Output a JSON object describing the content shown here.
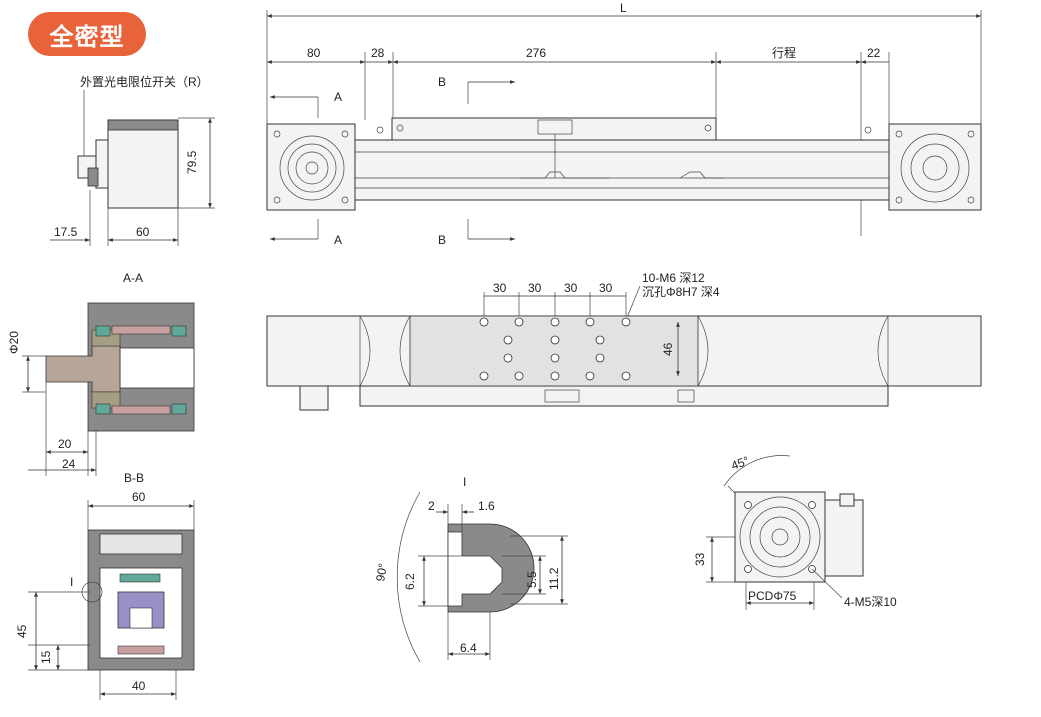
{
  "badge": "全密型",
  "labels": {
    "L": "L",
    "d80": "80",
    "d28": "28",
    "d276": "276",
    "stroke": "行程",
    "d22": "22",
    "secA1": "A",
    "secA2": "A",
    "secB1": "B",
    "secB2": "B",
    "sensor": "外置光电限位开关（R）",
    "h795": "79.5",
    "w175": "17.5",
    "w60": "60",
    "AA": "A-A",
    "phi20": "Φ20",
    "d20": "20",
    "d24": "24",
    "BB": "B-B",
    "bb60": "60",
    "I": "I",
    "bb45": "45",
    "bb15": "15",
    "bb40": "40",
    "holes1": "10-M6 深12",
    "holes2": "沉孔Φ8H7 深4",
    "p30a": "30",
    "p30b": "30",
    "p30c": "30",
    "p30d": "30",
    "d46": "46",
    "detI": "I",
    "deg90": "90°",
    "det2": "2",
    "det16": "1.6",
    "det62": "6.2",
    "det55": "5.5",
    "det112": "11.2",
    "det64": "6.4",
    "deg45": "45°",
    "f33": "33",
    "pcd": "PCDΦ75",
    "m5": "4-M5深10"
  },
  "colors": {
    "accent": "#e8623a",
    "line": "#333333",
    "housing": "#8a8a8a",
    "bearing": "#5fa89a",
    "carriage": "#9b8fc7"
  }
}
